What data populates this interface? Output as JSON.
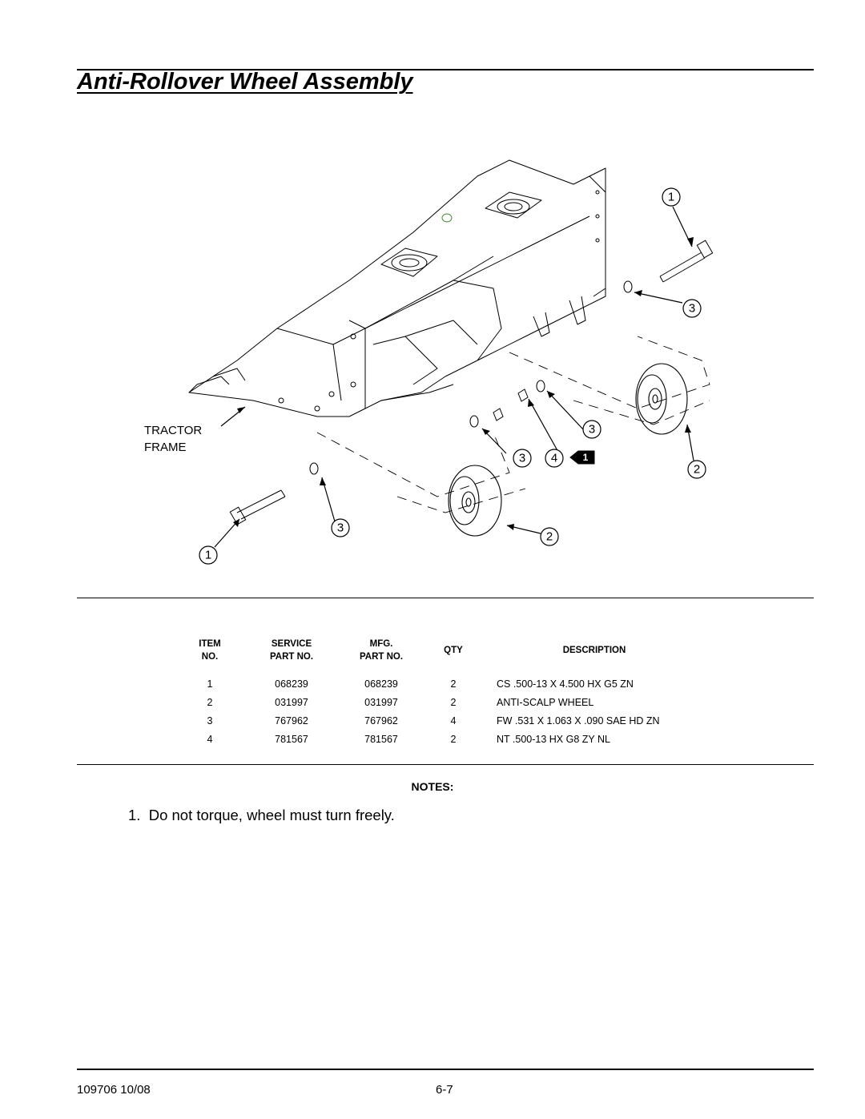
{
  "page": {
    "title": "Anti-Rollover Wheel Assembly"
  },
  "diagram": {
    "frame_label_line1": "TRACTOR",
    "frame_label_line2": "FRAME",
    "callouts": {
      "c1_top": "1",
      "c3_top": "3",
      "c3_mid": "3",
      "c3_left": "3",
      "c4": "4",
      "note_flag": "1",
      "c2_right": "2",
      "c3_bottom": "3",
      "c2_bottom": "2",
      "c1_bottom": "1"
    }
  },
  "parts_table": {
    "headers": {
      "item_line1": "ITEM",
      "item_line2": "NO.",
      "service_line1": "SERVICE",
      "service_line2": "PART NO.",
      "mfg_line1": "MFG.",
      "mfg_line2": "PART NO.",
      "qty": "QTY",
      "description": "DESCRIPTION"
    },
    "rows": [
      {
        "item": "1",
        "service": "068239",
        "mfg": "068239",
        "qty": "2",
        "description": "CS .500-13 X 4.500 HX G5 ZN"
      },
      {
        "item": "2",
        "service": "031997",
        "mfg": "031997",
        "qty": "2",
        "description": "ANTI-SCALP WHEEL"
      },
      {
        "item": "3",
        "service": "767962",
        "mfg": "767962",
        "qty": "4",
        "description": "FW .531 X 1.063 X .090 SAE HD ZN"
      },
      {
        "item": "4",
        "service": "781567",
        "mfg": "781567",
        "qty": "2",
        "description": "NT .500-13 HX G8 ZY NL"
      }
    ]
  },
  "notes": {
    "heading": "NOTES:",
    "items": [
      "1.  Do not torque, wheel must turn freely."
    ]
  },
  "footer": {
    "doc_number": "109706 10/08",
    "page_number": "6-7"
  }
}
